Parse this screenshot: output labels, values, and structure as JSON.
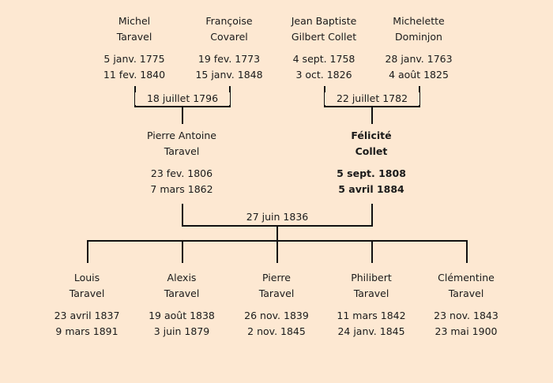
{
  "grandparents": [
    {
      "first": "Michel",
      "last": "Taravel",
      "birth": "5 janv. 1775",
      "death": "11 fev. 1840"
    },
    {
      "first": "Françoise",
      "last": "Covarel",
      "birth": "19 fev. 1773",
      "death": "15 janv. 1848"
    },
    {
      "first": "Jean Baptiste",
      "last": "Gilbert Collet",
      "birth": "4 sept. 1758",
      "death": "3 oct. 1826"
    },
    {
      "first": "Michelette",
      "last": "Dominjon",
      "birth": "28 janv. 1763",
      "death": "4 août 1825"
    }
  ],
  "grandparent_marriages": [
    "18 juillet 1796",
    "22 juillet 1782"
  ],
  "parents": [
    {
      "first": "Pierre Antoine",
      "last": "Taravel",
      "birth": "23 fev. 1806",
      "death": "7 mars 1862",
      "highlighted": false
    },
    {
      "first": "Félicité",
      "last": "Collet",
      "birth": "5 sept. 1808",
      "death": "5 avril 1884",
      "highlighted": true
    }
  ],
  "parents_marriage": "27 juin 1836",
  "children": [
    {
      "first": "Louis",
      "last": "Taravel",
      "birth": "23 avril 1837",
      "death": "9 mars 1891"
    },
    {
      "first": "Alexis",
      "last": "Taravel",
      "birth": "19 août 1838",
      "death": "3 juin 1879"
    },
    {
      "first": "Pierre",
      "last": "Taravel",
      "birth": "26 nov. 1839",
      "death": "2 nov. 1845"
    },
    {
      "first": "Philibert",
      "last": "Taravel",
      "birth": "11 mars 1842",
      "death": "24 janv. 1845"
    },
    {
      "first": "Clémentine",
      "last": "Taravel",
      "birth": "23 nov. 1843",
      "death": "23 mai 1900"
    }
  ],
  "colors": {
    "background": "#fde8d2",
    "line": "#111111",
    "text": "#1a1a1a"
  }
}
